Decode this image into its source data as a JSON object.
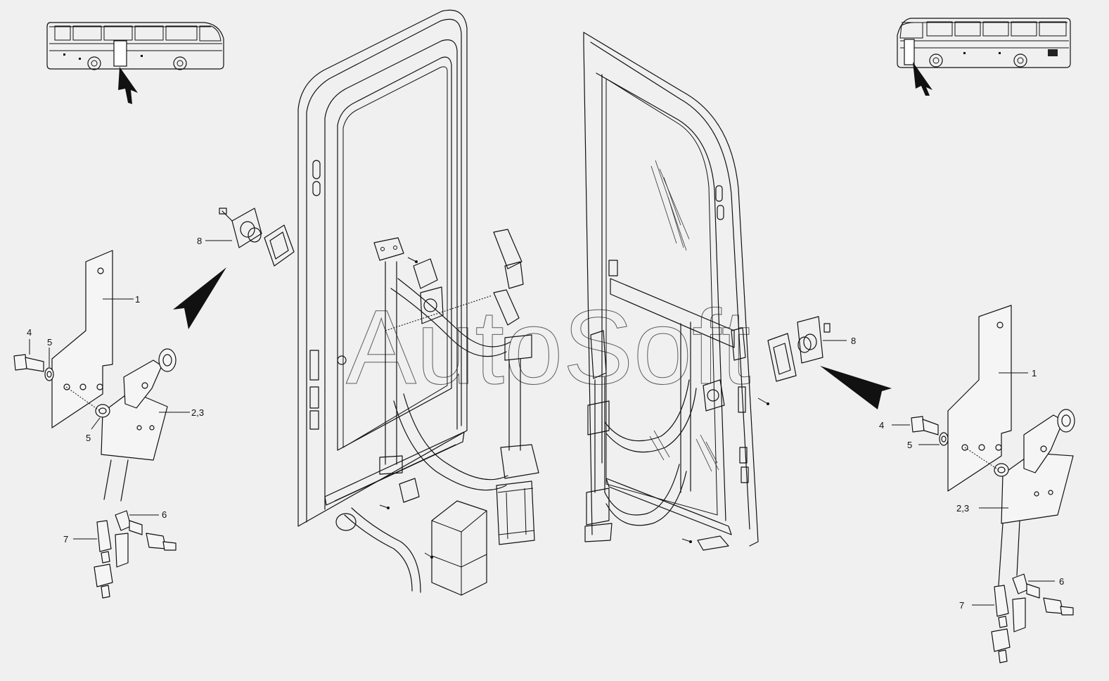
{
  "watermark": "AutoSoft",
  "left_assembly": {
    "callouts": [
      {
        "id": "l-1",
        "text": "1"
      },
      {
        "id": "l-23",
        "text": "2,3"
      },
      {
        "id": "l-4",
        "text": "4"
      },
      {
        "id": "l-5a",
        "text": "5"
      },
      {
        "id": "l-5b",
        "text": "5"
      },
      {
        "id": "l-6",
        "text": "6"
      },
      {
        "id": "l-7",
        "text": "7"
      },
      {
        "id": "l-8",
        "text": "8"
      }
    ]
  },
  "right_assembly": {
    "callouts": [
      {
        "id": "r-1",
        "text": "1"
      },
      {
        "id": "r-23",
        "text": "2,3"
      },
      {
        "id": "r-4",
        "text": "4"
      },
      {
        "id": "r-5",
        "text": "5"
      },
      {
        "id": "r-6",
        "text": "6"
      },
      {
        "id": "r-7",
        "text": "7"
      },
      {
        "id": "r-8",
        "text": "8"
      }
    ]
  },
  "icons": {
    "bus_left": "bus-side-view-icon",
    "bus_right": "bus-side-view-icon",
    "arrow": "direction-arrow-icon"
  },
  "colors": {
    "background": "#f0f0f0",
    "line": "#111111",
    "watermark_stroke": "#2a2a2a"
  }
}
